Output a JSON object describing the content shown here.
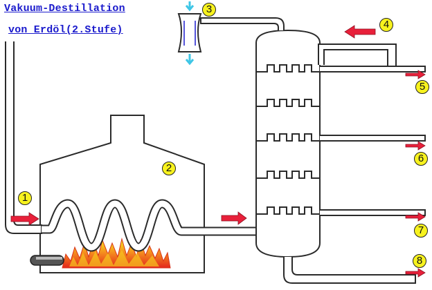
{
  "title": {
    "line1": "Vakuum-Destillation",
    "line2": "von Erdöl(2.Stufe)"
  },
  "markers": [
    "1",
    "2",
    "3",
    "4",
    "5",
    "6",
    "7",
    "8"
  ],
  "colors": {
    "pipe_fill": "#ffffff",
    "pipe_outline": "#2a2a2a",
    "arrow": "#e8203a",
    "marker_fill": "#f7f21e",
    "title": "#1a1acc",
    "vacuum_arrow": "#3fc6e6",
    "flame": "#f25a1a"
  }
}
